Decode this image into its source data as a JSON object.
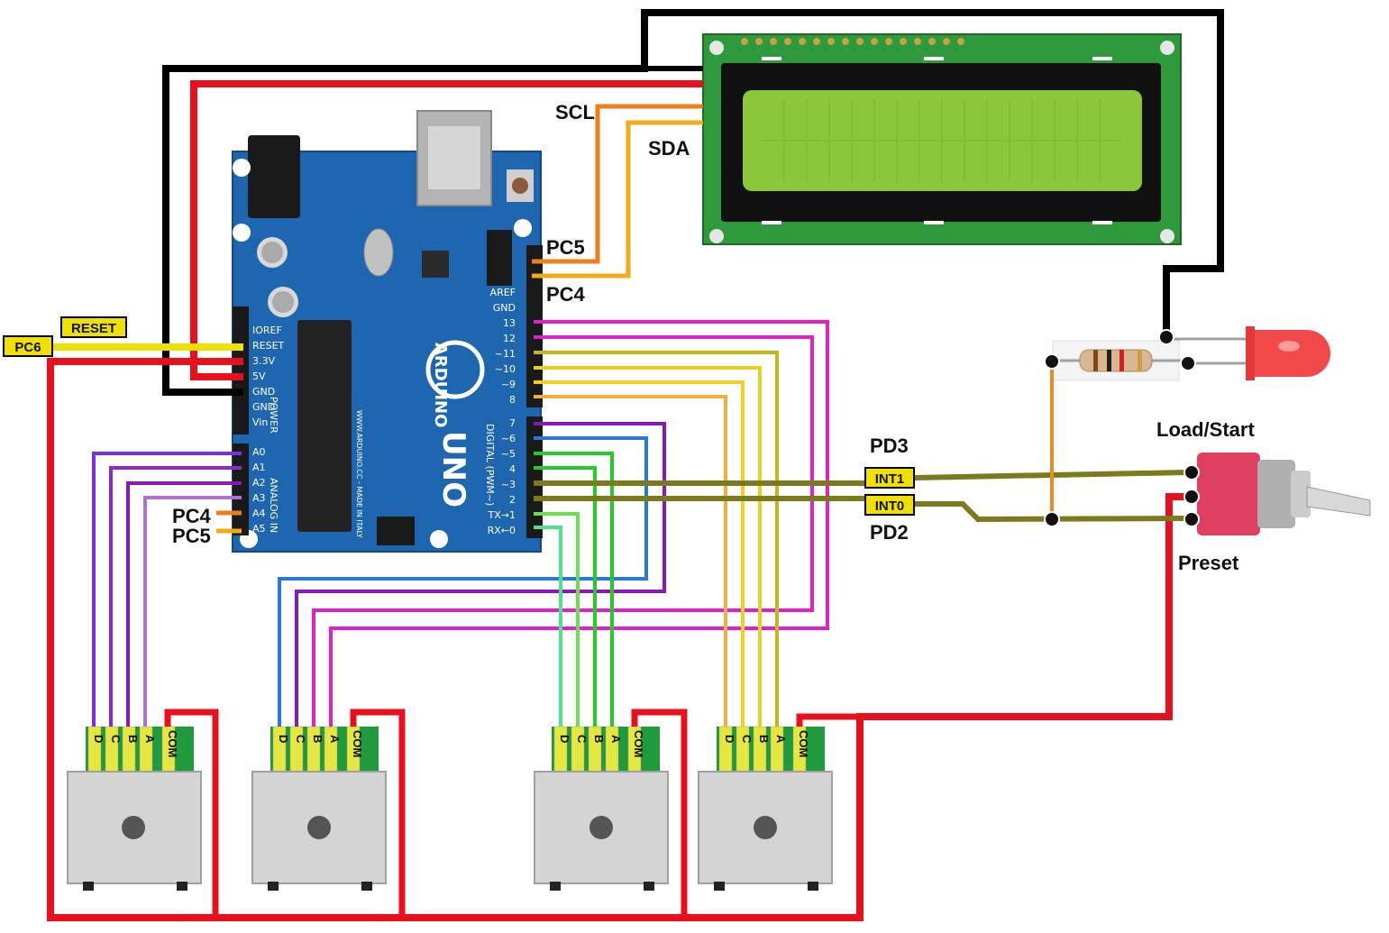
{
  "diagram": {
    "lcd": {
      "labels": {
        "scl": "SCL",
        "sda": "SDA"
      }
    },
    "arduino": {
      "brand": "ARDUINO",
      "model": "UNO",
      "labels": {
        "pc5": "PC5",
        "pc4": "PC4",
        "reset_tag": "RESET",
        "pc6_tag": "PC6",
        "pc4_left": "PC4",
        "pc5_left": "PC5"
      },
      "power_pins": [
        "IOREF",
        "RESET",
        "3.3V",
        "5V",
        "GND",
        "GND",
        "Vin"
      ],
      "analog_pins": [
        "A0",
        "A1",
        "A2",
        "A3",
        "A4",
        "A5"
      ],
      "digital_top": [
        "AREF",
        "GND",
        "13",
        "12",
        "~11",
        "~10",
        "~9",
        "8"
      ],
      "digital_bottom": [
        "7",
        "~6",
        "~5",
        "4",
        "~3",
        "2",
        "TX→1",
        "RX←0"
      ],
      "side_text": {
        "power": "POWER",
        "analog": "ANALOG IN",
        "digital": "DIGITAL (PWM~)",
        "site": "WWW.ARDUINO.CC - MADE IN ITALY"
      }
    },
    "interrupts": {
      "int1": "INT1",
      "int0": "INT0",
      "pd3": "PD3",
      "pd2": "PD2"
    },
    "switch": {
      "load_start": "Load/Start",
      "preset": "Preset"
    },
    "encoder_pins": [
      "D",
      "C",
      "B",
      "A"
    ],
    "encoder_com": "COM",
    "colors": {
      "red": "#e8101c",
      "black": "#000000",
      "yellow": "#f0e000",
      "orange": "#ee7d1e",
      "olive": "#7d7a1e",
      "magenta": "#e020c8",
      "purple": "#8a18b8",
      "blue": "#2878e0",
      "green": "#26cc26",
      "gold": "#c9b41e"
    }
  }
}
